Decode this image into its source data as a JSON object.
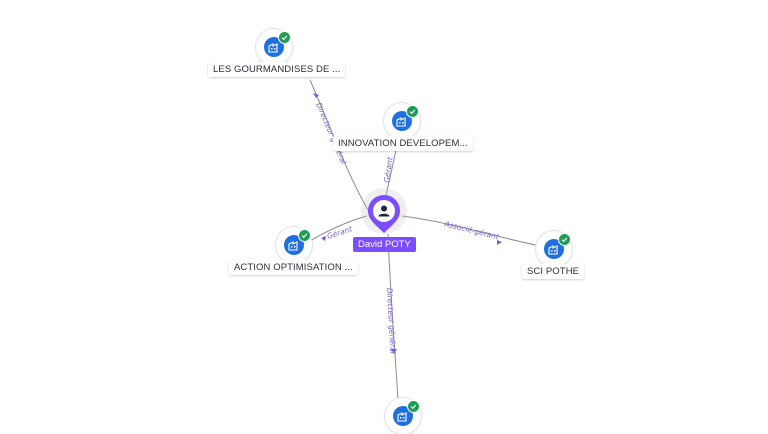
{
  "center": {
    "name": "David POTY",
    "icon": "person-icon",
    "color": "#7c4dff"
  },
  "companies": [
    {
      "label": "LES GOURMANDISES DE ...",
      "icon": "company-icon",
      "status_icon": "check-icon"
    },
    {
      "label": "INNOVATION DEVELOPEM...",
      "icon": "company-icon",
      "status_icon": "check-icon"
    },
    {
      "label": "ACTION OPTIMISATION ...",
      "icon": "company-icon",
      "status_icon": "check-icon"
    },
    {
      "label": "SCI POTHE",
      "icon": "company-icon",
      "status_icon": "check-icon"
    },
    {
      "label": "",
      "icon": "company-icon",
      "status_icon": "check-icon"
    }
  ],
  "relations": [
    {
      "label": "Directeur général"
    },
    {
      "label": "Gérant"
    },
    {
      "label": "Gérant"
    },
    {
      "label": "Associé-gérant"
    },
    {
      "label": "Directeur général"
    }
  ],
  "colors": {
    "company": "#1f6fe0",
    "verified": "#1f9d55",
    "relation": "#7c5cd6",
    "person": "#7c4dff"
  }
}
